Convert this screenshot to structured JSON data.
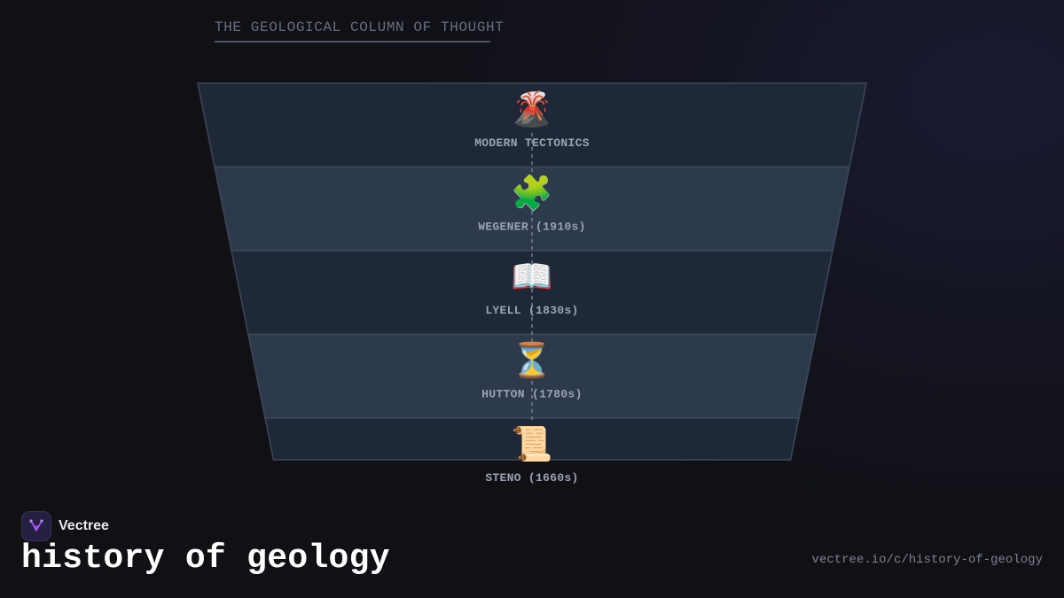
{
  "diagram": {
    "title": "THE GEOLOGICAL COLUMN OF THOUGHT",
    "layers": [
      {
        "label": "MODERN TECTONICS",
        "icon": "volcano-icon",
        "glyph": "🌋",
        "fill": "#1e2838"
      },
      {
        "label": "WEGENER (1910s)",
        "icon": "puzzle-piece-icon",
        "glyph": "🧩",
        "fill": "#2d3a4c"
      },
      {
        "label": "LYELL (1830s)",
        "icon": "open-book-icon",
        "glyph": "📖",
        "fill": "#1e2838"
      },
      {
        "label": "HUTTON (1780s)",
        "icon": "hourglass-icon",
        "glyph": "⏳",
        "fill": "#2d3a4c"
      },
      {
        "label": "STENO (1660s)",
        "icon": "scroll-icon",
        "glyph": "📜",
        "fill": "#1e2838"
      }
    ]
  },
  "brand": {
    "name": "Vectree",
    "logo_icon": "vectree-logo-icon"
  },
  "page": {
    "heading": "history of geology",
    "url": "vectree.io/c/history-of-geology"
  },
  "colors": {
    "background": "#101015",
    "band_dark": "#1e2838",
    "band_light": "#2d3a4c",
    "band_stroke": "#3e4858",
    "accent": "#a855f7"
  }
}
